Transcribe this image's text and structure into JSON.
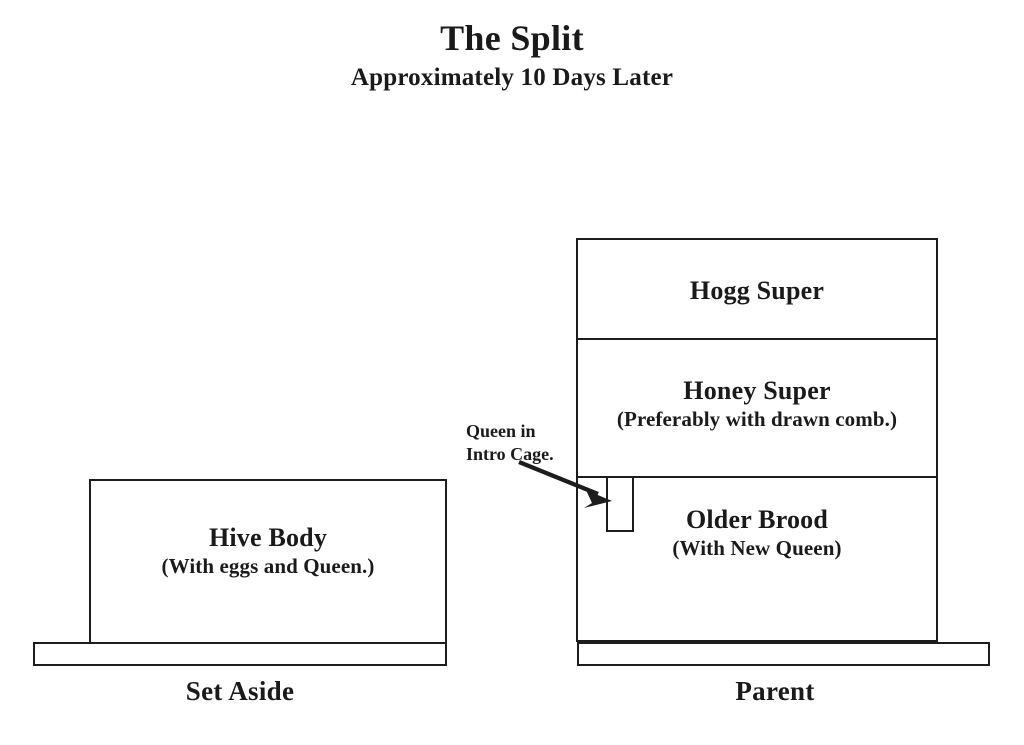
{
  "title": "The Split",
  "subtitle": "Approximately 10 Days Later",
  "annotation": {
    "queen_cage_line1": "Queen in",
    "queen_cage_line2": "Intro Cage.",
    "arrow_icon": "arrow-down-right-icon"
  },
  "colors": {
    "background": "#ffffff",
    "line": "#1d1d1d",
    "text": "#1a1a1a"
  },
  "set_aside_stack": {
    "caption": "Set Aside",
    "boxes": [
      {
        "name": "hive-body",
        "main": "Hive Body",
        "sub": "(With eggs and Queen.)"
      }
    ],
    "bottom_board_label": ""
  },
  "parent_stack": {
    "caption": "Parent",
    "boxes": [
      {
        "name": "hogg-super",
        "main": "Hogg Super",
        "sub": ""
      },
      {
        "name": "honey-super",
        "main": "Honey Super",
        "sub": "(Preferably with drawn comb.)"
      },
      {
        "name": "older-brood",
        "main": "Older Brood",
        "sub": "(With New Queen)"
      }
    ],
    "bottom_board_label": ""
  }
}
